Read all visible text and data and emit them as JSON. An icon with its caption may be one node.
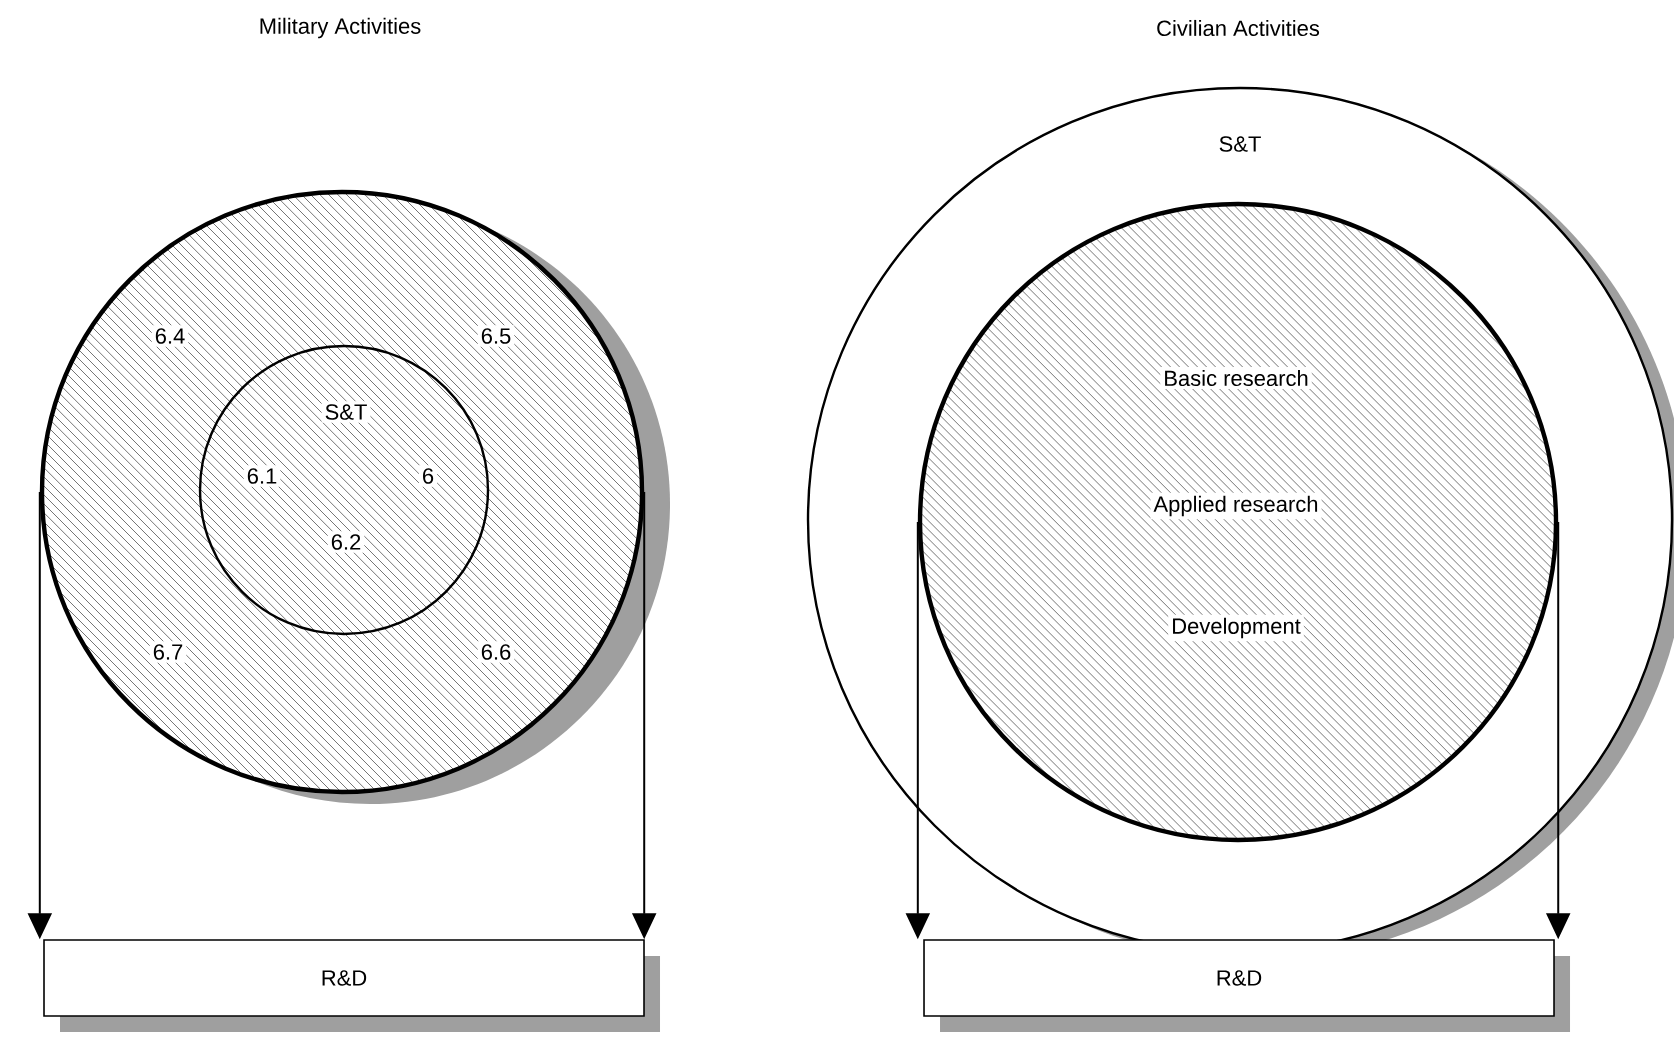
{
  "diagram": {
    "nodes": [
      {
        "text": [
          "6.4",
          "6.5",
          "6.7",
          "6.6"
        ]
      },
      {
        "text": [
          "S&T",
          "6.1",
          "6",
          "6.2"
        ],
        "in": 0
      },
      {
        "text": [
          "R&D"
        ]
      },
      {
        "text": [
          "S&T"
        ]
      },
      {
        "text": [
          "Basic research",
          "Applied research",
          "Development"
        ],
        "in": 3
      },
      {
        "text": [
          "R&D"
        ]
      }
    ],
    "edges": [
      {
        "from": 0,
        "to": 2,
        "arrow": "to"
      },
      {
        "from": 0,
        "to": 2,
        "arrow": "to"
      },
      {
        "from": 4,
        "to": 5,
        "arrow": "to"
      },
      {
        "from": 4,
        "to": 5,
        "arrow": "to"
      }
    ],
    "labels": [
      "Military Activities",
      "Civilian Activities"
    ]
  }
}
